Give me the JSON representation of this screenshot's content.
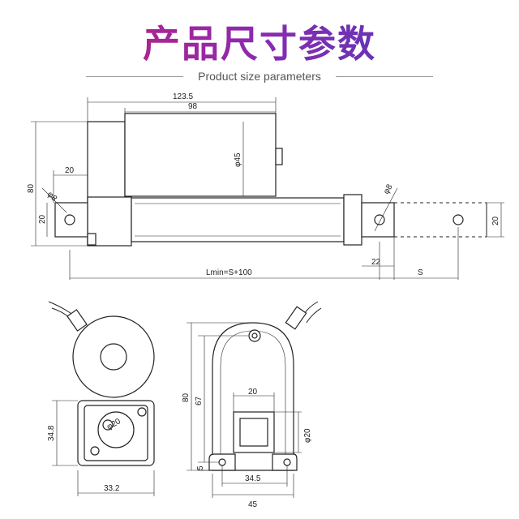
{
  "header": {
    "title": "产品尺寸参数",
    "subtitle": "Product size parameters"
  },
  "colors": {
    "title_start": "#d21e6e",
    "title_mid": "#8b2ab0",
    "title_end": "#3b3fb8",
    "line": "#222222"
  },
  "side_view": {
    "dim_total_length": "123.5",
    "dim_motor_length": "98",
    "dim_motor_diameter": "φ45",
    "dim_height": "80",
    "dim_mount_width": "20",
    "dim_mount_height": "20",
    "dim_hole_left": "φ8",
    "dim_hole_right": "φ8",
    "dim_rod_end": "20",
    "dim_rod_tip": "22",
    "dim_stroke": "S",
    "dim_lmin": "Lmin=S+100"
  },
  "end_view": {
    "dim_height": "34.8",
    "dim_width": "33.2",
    "dim_diameter": "φ20"
  },
  "rear_view": {
    "dim_total_height": "80",
    "dim_inner_height": "67",
    "dim_slot_width": "20",
    "dim_slot_diameter": "φ20",
    "dim_base": "5",
    "dim_hole_spacing": "34.5",
    "dim_total_width": "45"
  }
}
